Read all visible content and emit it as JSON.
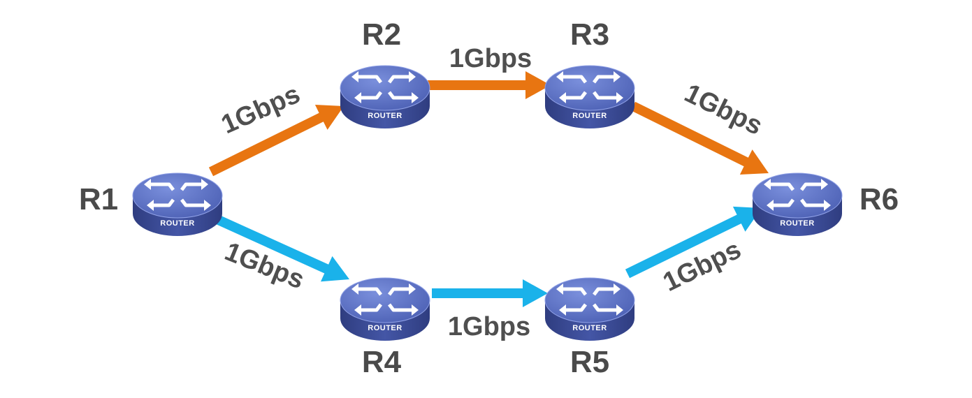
{
  "colors": {
    "upper_path": "#e87511",
    "lower_path": "#1ab2ea",
    "router_top": "#5a6fc0",
    "router_side": "#3c4c93",
    "label": "#4f4f4f"
  },
  "routers": [
    {
      "id": "R1",
      "name": "R1",
      "caption": "ROUTER"
    },
    {
      "id": "R2",
      "name": "R2",
      "caption": "ROUTER"
    },
    {
      "id": "R3",
      "name": "R3",
      "caption": "ROUTER"
    },
    {
      "id": "R4",
      "name": "R4",
      "caption": "ROUTER"
    },
    {
      "id": "R5",
      "name": "R5",
      "caption": "ROUTER"
    },
    {
      "id": "R6",
      "name": "R6",
      "caption": "ROUTER"
    }
  ],
  "links": [
    {
      "from": "R1",
      "to": "R2",
      "label": "1Gbps",
      "path": "upper"
    },
    {
      "from": "R2",
      "to": "R3",
      "label": "1Gbps",
      "path": "upper"
    },
    {
      "from": "R3",
      "to": "R6",
      "label": "1Gbps",
      "path": "upper"
    },
    {
      "from": "R1",
      "to": "R4",
      "label": "1Gbps",
      "path": "lower"
    },
    {
      "from": "R4",
      "to": "R5",
      "label": "1Gbps",
      "path": "lower"
    },
    {
      "from": "R5",
      "to": "R6",
      "label": "1Gbps",
      "path": "lower"
    }
  ]
}
